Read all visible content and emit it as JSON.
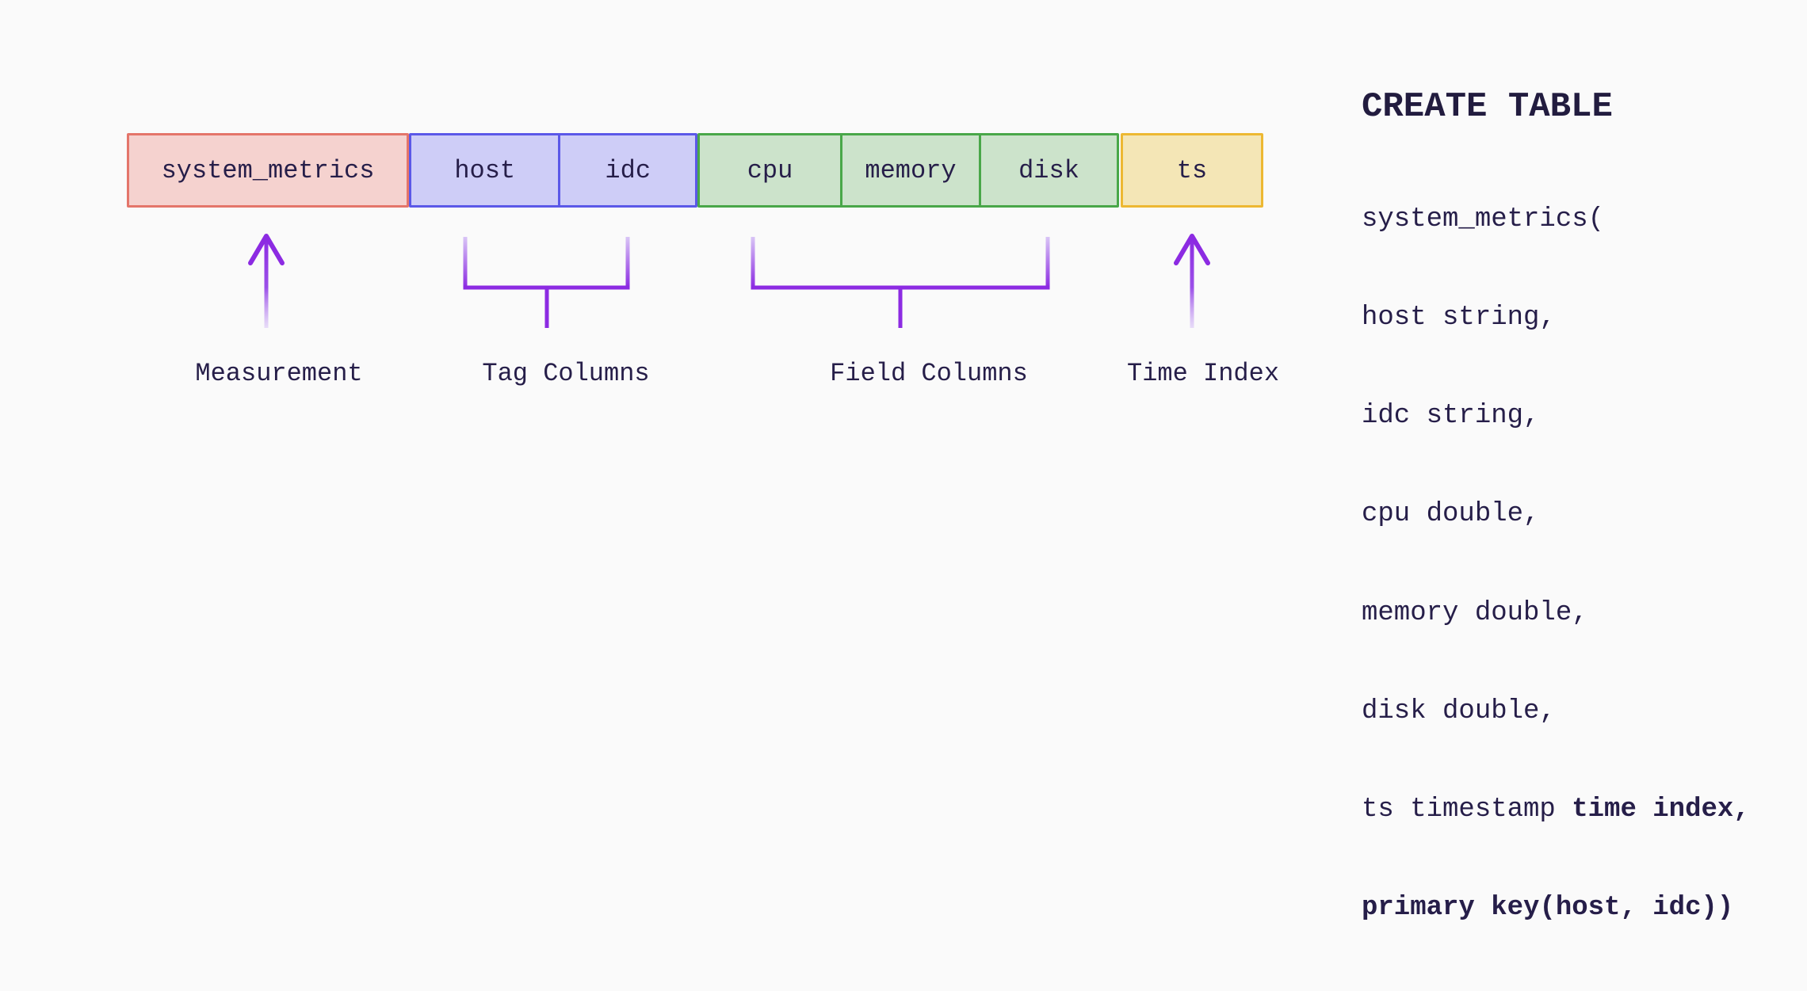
{
  "schema_bar": {
    "measurement": "system_metrics",
    "tag_columns": [
      "host",
      "idc"
    ],
    "field_columns": [
      "cpu",
      "memory",
      "disk"
    ],
    "time_column": "ts"
  },
  "annotations": {
    "measurement": {
      "label": "Measurement"
    },
    "tag": {
      "label": "Tag Columns"
    },
    "field": {
      "label": "Field Columns"
    },
    "time": {
      "label": "Time Index"
    }
  },
  "sql": {
    "title": "CREATE TABLE",
    "lines": [
      {
        "regular": "system_metrics(",
        "bold": ""
      },
      {
        "regular": "host string,",
        "bold": ""
      },
      {
        "regular": "idc string,",
        "bold": ""
      },
      {
        "regular": "cpu double,",
        "bold": ""
      },
      {
        "regular": "memory double,",
        "bold": ""
      },
      {
        "regular": "disk double,",
        "bold": ""
      },
      {
        "regular": "ts timestamp ",
        "bold": "time index,"
      },
      {
        "regular": "",
        "bold": "primary key(host, idc))"
      }
    ]
  },
  "colors": {
    "background": "#fafafa",
    "text": "#261e49",
    "annotation_purple": "#8c2be2",
    "measurement_fill": "#f5d2cf",
    "measurement_border": "#e4756a",
    "tag_fill": "#cecdf7",
    "tag_border": "#5b58e8",
    "field_fill": "#cce3cb",
    "field_border": "#49a749",
    "time_fill": "#f4e6b6",
    "time_border": "#edb832"
  }
}
